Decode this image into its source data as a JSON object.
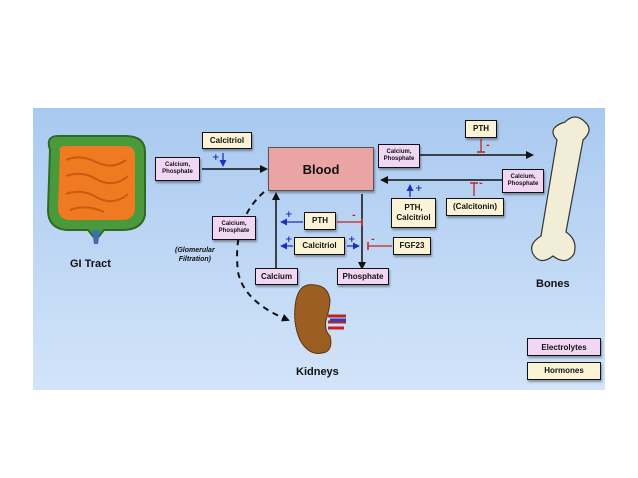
{
  "organs": {
    "gi_tract": "GI Tract",
    "kidneys": "Kidneys",
    "bones": "Bones"
  },
  "blood": "Blood",
  "electrolytes": {
    "gi_calcium_phosphate": "Calcium,\nPhosphate",
    "bone_out_calcium_phosphate": "Calcium,\nPhosphate",
    "bone_in_calcium_phosphate": "Calcium,\nPhosphate",
    "filtration_calcium_phosphate": "Calcium,\nPhosphate",
    "kidney_calcium": "Calcium",
    "kidney_phosphate": "Phosphate"
  },
  "hormones": {
    "calcitriol_gi": "Calcitriol",
    "pth_bone": "PTH",
    "pth_calcitriol": "PTH,\nCalcitriol",
    "calcitonin": "(Calcitonin)",
    "pth_kidney": "PTH",
    "calcitriol_kidney": "Calcitriol",
    "fgf23": "FGF23"
  },
  "signs": {
    "plus": "+",
    "minus": "-"
  },
  "glomerular_filtration": "(Glomerular\nFiltration)",
  "legend": {
    "electrolytes": "Electrolytes",
    "hormones": "Hormones"
  },
  "colors": {
    "electrolyte_fill": "#f1d7f4",
    "hormone_fill": "#fbf3d6",
    "blood_fill": "#e9a4a3",
    "stimulate": "#1b33b8",
    "inhibit": "#c42222",
    "background_top": "#a9c9f0"
  }
}
